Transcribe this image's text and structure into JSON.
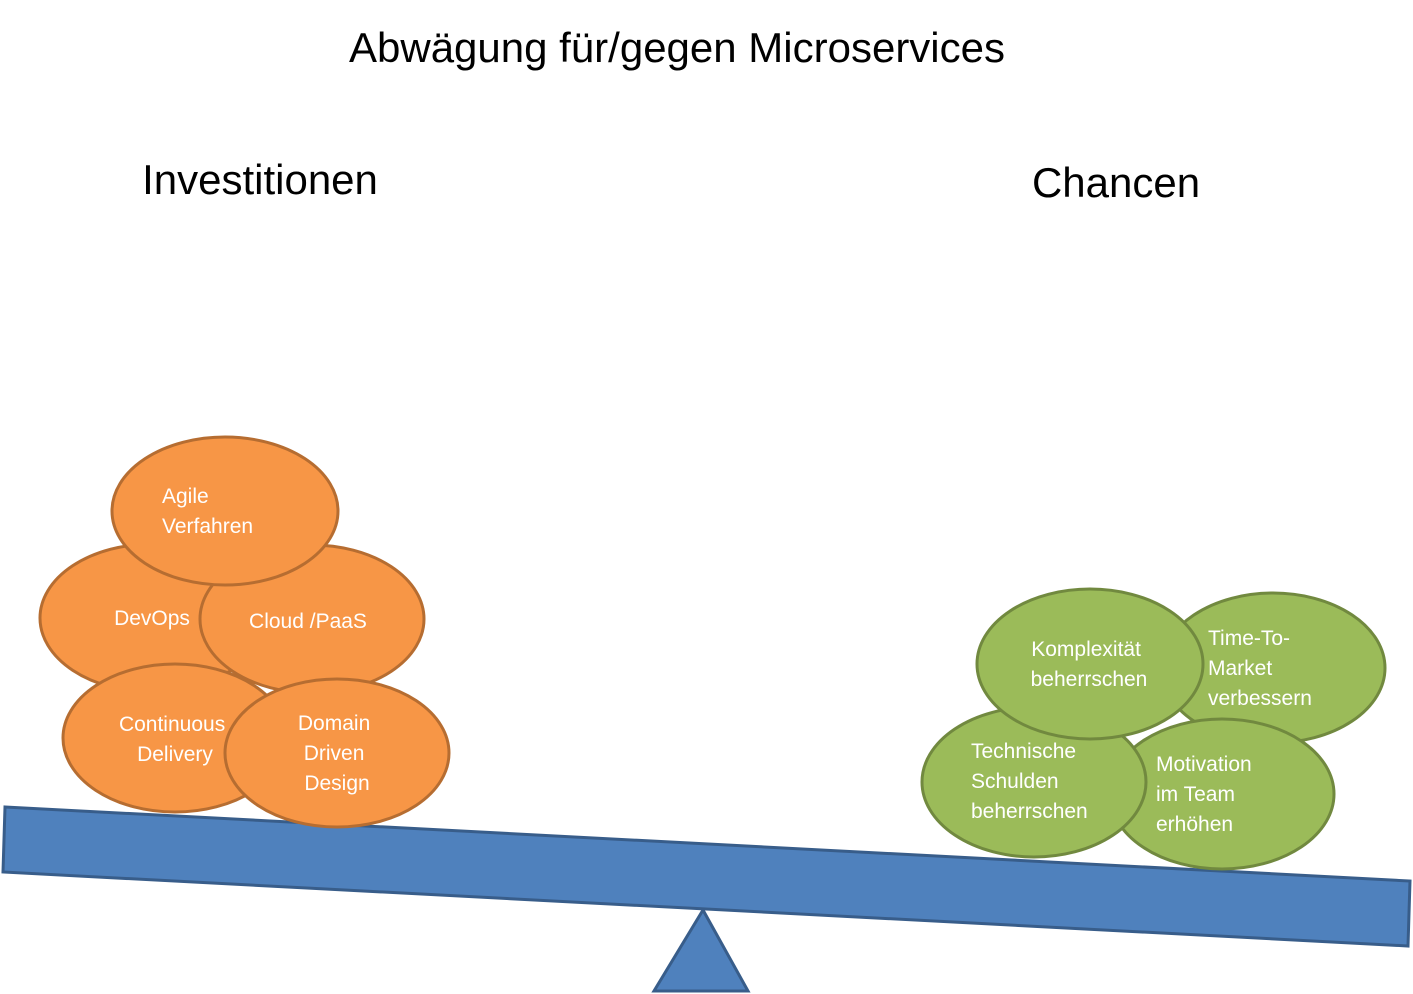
{
  "title": "Abwägung für/gegen Microservices",
  "left_heading": "Investitionen",
  "right_heading": "Chancen",
  "colors": {
    "investment_fill": "#F79646",
    "investment_stroke": "#B66D31",
    "chance_fill": "#9BBB59",
    "chance_stroke": "#71893F",
    "beam_fill": "#4F81BD",
    "beam_stroke": "#385D8A",
    "text_dark": "#000000",
    "text_light": "#ffffff"
  },
  "investments": [
    {
      "id": "devops",
      "lines": [
        "DevOps"
      ]
    },
    {
      "id": "cloud-paas",
      "lines": [
        "Cloud /PaaS"
      ]
    },
    {
      "id": "agile",
      "lines": [
        "Agile",
        "Verfahren"
      ]
    },
    {
      "id": "continuous-delivery",
      "lines": [
        "Continuous",
        "Delivery"
      ]
    },
    {
      "id": "ddd",
      "lines": [
        "Domain",
        "Driven",
        "Design"
      ]
    }
  ],
  "chances": [
    {
      "id": "time-to-market",
      "lines": [
        "Time-To-",
        "Market",
        "verbessern"
      ]
    },
    {
      "id": "complexity",
      "lines": [
        "Komplexität",
        "beherrschen"
      ]
    },
    {
      "id": "motivation",
      "lines": [
        "Motivation",
        "im Team",
        "erhöhen"
      ]
    },
    {
      "id": "tech-debt",
      "lines": [
        "Technische",
        "Schulden",
        "beherrschen"
      ]
    }
  ]
}
